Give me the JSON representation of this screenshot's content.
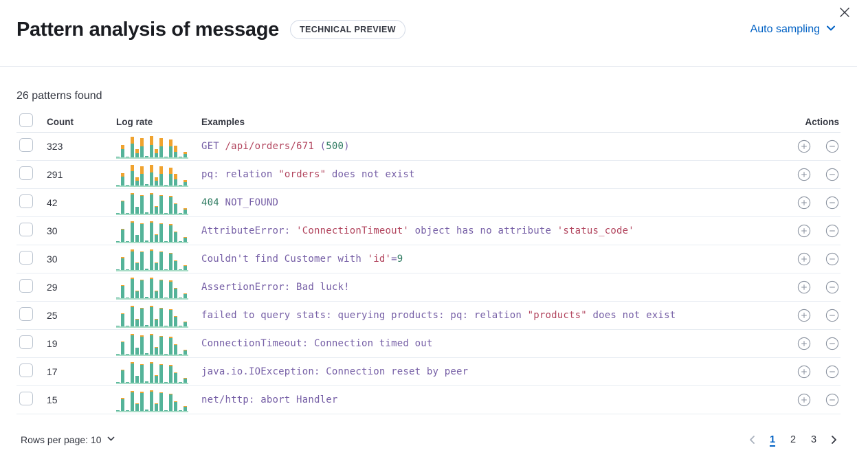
{
  "header": {
    "title": "Pattern analysis of message",
    "badge": "TECHNICAL PREVIEW",
    "sampling_label": "Auto sampling"
  },
  "summary": "26 patterns found",
  "icons": {
    "close": "x-icon",
    "sampling": "chevron-down-icon",
    "rows_per_page": "chevron-down-icon",
    "action_expand": "plus-in-circle-icon",
    "action_exclude": "minus-in-circle-icon",
    "prev": "chevron-left-icon",
    "next": "chevron-right-icon"
  },
  "colors": {
    "teal": "#54b399",
    "orange": "#f0a32f",
    "purple": "#765fa6",
    "red": "#b2455e",
    "green": "#2d7a60",
    "link": "#0061c4",
    "icon_gray": "#8b93a0",
    "disabled_gray": "#a9b1bd"
  },
  "table": {
    "columns": {
      "count": "Count",
      "log_rate": "Log rate",
      "examples": "Examples",
      "actions": "Actions"
    },
    "rows": [
      {
        "count": "323",
        "bars": [
          [
            1,
            0
          ],
          [
            12,
            6
          ],
          [
            1,
            0
          ],
          [
            20,
            10
          ],
          [
            6,
            6
          ],
          [
            16,
            12
          ],
          [
            2,
            0
          ],
          [
            18,
            13
          ],
          [
            6,
            6
          ],
          [
            16,
            12
          ],
          [
            1,
            0
          ],
          [
            16,
            10
          ],
          [
            8,
            9
          ],
          [
            1,
            0
          ],
          [
            5,
            3
          ]
        ],
        "segments": [
          {
            "t": "GET ",
            "c": "purple"
          },
          {
            "t": "/api/orders/671",
            "c": "red"
          },
          {
            "t": " (",
            "c": "purple"
          },
          {
            "t": "500",
            "c": "green"
          },
          {
            "t": ")",
            "c": "purple"
          }
        ]
      },
      {
        "count": "291",
        "bars": [
          [
            1,
            0
          ],
          [
            13,
            5
          ],
          [
            1,
            0
          ],
          [
            21,
            9
          ],
          [
            7,
            5
          ],
          [
            17,
            11
          ],
          [
            2,
            0
          ],
          [
            19,
            11
          ],
          [
            7,
            5
          ],
          [
            17,
            11
          ],
          [
            1,
            0
          ],
          [
            17,
            9
          ],
          [
            9,
            8
          ],
          [
            1,
            0
          ],
          [
            5,
            3
          ]
        ],
        "segments": [
          {
            "t": "pq: relation ",
            "c": "purple"
          },
          {
            "t": "\"orders\"",
            "c": "red"
          },
          {
            "t": " does not exist",
            "c": "purple"
          }
        ]
      },
      {
        "count": "42",
        "bars": [
          [
            1,
            0
          ],
          [
            18,
            1
          ],
          [
            1,
            0
          ],
          [
            28,
            2
          ],
          [
            10,
            0
          ],
          [
            26,
            1
          ],
          [
            2,
            0
          ],
          [
            28,
            2
          ],
          [
            10,
            1
          ],
          [
            26,
            1
          ],
          [
            1,
            0
          ],
          [
            24,
            2
          ],
          [
            14,
            1
          ],
          [
            1,
            0
          ],
          [
            6,
            2
          ]
        ],
        "segments": [
          {
            "t": "404",
            "c": "green"
          },
          {
            "t": " NOT_FOUND",
            "c": "purple"
          }
        ]
      },
      {
        "count": "30",
        "bars": [
          [
            1,
            0
          ],
          [
            18,
            1
          ],
          [
            1,
            0
          ],
          [
            28,
            2
          ],
          [
            10,
            0
          ],
          [
            26,
            1
          ],
          [
            2,
            0
          ],
          [
            28,
            2
          ],
          [
            10,
            1
          ],
          [
            26,
            1
          ],
          [
            1,
            0
          ],
          [
            24,
            2
          ],
          [
            14,
            1
          ],
          [
            1,
            0
          ],
          [
            6,
            1
          ]
        ],
        "segments": [
          {
            "t": "AttributeError: ",
            "c": "purple"
          },
          {
            "t": "'ConnectionTimeout'",
            "c": "red"
          },
          {
            "t": " object has no attribute ",
            "c": "purple"
          },
          {
            "t": "'status_code'",
            "c": "red"
          }
        ]
      },
      {
        "count": "30",
        "bars": [
          [
            1,
            0
          ],
          [
            17,
            2
          ],
          [
            1,
            0
          ],
          [
            27,
            3
          ],
          [
            10,
            1
          ],
          [
            26,
            1
          ],
          [
            2,
            0
          ],
          [
            28,
            2
          ],
          [
            10,
            1
          ],
          [
            26,
            1
          ],
          [
            1,
            0
          ],
          [
            24,
            1
          ],
          [
            13,
            1
          ],
          [
            1,
            0
          ],
          [
            6,
            1
          ]
        ],
        "segments": [
          {
            "t": "Couldn't find Customer with ",
            "c": "purple"
          },
          {
            "t": "'id'",
            "c": "red"
          },
          {
            "t": "=",
            "c": "purple"
          },
          {
            "t": "9",
            "c": "green"
          }
        ]
      },
      {
        "count": "29",
        "bars": [
          [
            1,
            0
          ],
          [
            18,
            1
          ],
          [
            1,
            0
          ],
          [
            28,
            2
          ],
          [
            10,
            1
          ],
          [
            26,
            1
          ],
          [
            2,
            0
          ],
          [
            28,
            2
          ],
          [
            10,
            1
          ],
          [
            26,
            1
          ],
          [
            1,
            0
          ],
          [
            24,
            2
          ],
          [
            14,
            1
          ],
          [
            1,
            0
          ],
          [
            6,
            1
          ]
        ],
        "segments": [
          {
            "t": "AssertionError: Bad luck!",
            "c": "purple"
          }
        ]
      },
      {
        "count": "25",
        "bars": [
          [
            1,
            0
          ],
          [
            18,
            1
          ],
          [
            1,
            0
          ],
          [
            28,
            2
          ],
          [
            10,
            1
          ],
          [
            26,
            1
          ],
          [
            2,
            0
          ],
          [
            28,
            2
          ],
          [
            10,
            1
          ],
          [
            26,
            1
          ],
          [
            1,
            0
          ],
          [
            24,
            1
          ],
          [
            14,
            1
          ],
          [
            1,
            0
          ],
          [
            6,
            1
          ]
        ],
        "segments": [
          {
            "t": "failed to query stats: querying products: pq: relation ",
            "c": "purple"
          },
          {
            "t": "\"products\"",
            "c": "red"
          },
          {
            "t": " does not exist",
            "c": "purple"
          }
        ]
      },
      {
        "count": "19",
        "bars": [
          [
            1,
            0
          ],
          [
            18,
            1
          ],
          [
            1,
            0
          ],
          [
            28,
            2
          ],
          [
            10,
            0
          ],
          [
            26,
            2
          ],
          [
            2,
            0
          ],
          [
            28,
            2
          ],
          [
            10,
            1
          ],
          [
            26,
            1
          ],
          [
            1,
            0
          ],
          [
            24,
            2
          ],
          [
            14,
            1
          ],
          [
            1,
            0
          ],
          [
            6,
            1
          ]
        ],
        "segments": [
          {
            "t": "ConnectionTimeout: Connection timed out",
            "c": "purple"
          }
        ]
      },
      {
        "count": "17",
        "bars": [
          [
            1,
            0
          ],
          [
            18,
            1
          ],
          [
            1,
            0
          ],
          [
            28,
            2
          ],
          [
            10,
            0
          ],
          [
            26,
            1
          ],
          [
            2,
            0
          ],
          [
            28,
            2
          ],
          [
            10,
            1
          ],
          [
            26,
            1
          ],
          [
            1,
            0
          ],
          [
            24,
            2
          ],
          [
            14,
            1
          ],
          [
            1,
            0
          ],
          [
            6,
            1
          ]
        ],
        "segments": [
          {
            "t": "java.io.IOException: Connection reset by peer",
            "c": "purple"
          }
        ]
      },
      {
        "count": "15",
        "bars": [
          [
            1,
            0
          ],
          [
            17,
            2
          ],
          [
            1,
            0
          ],
          [
            27,
            2
          ],
          [
            10,
            1
          ],
          [
            26,
            2
          ],
          [
            2,
            0
          ],
          [
            28,
            2
          ],
          [
            10,
            1
          ],
          [
            26,
            1
          ],
          [
            1,
            0
          ],
          [
            24,
            1
          ],
          [
            13,
            1
          ],
          [
            1,
            0
          ],
          [
            6,
            1
          ]
        ],
        "segments": [
          {
            "t": "net/http: abort Handler",
            "c": "purple"
          }
        ]
      }
    ]
  },
  "footer": {
    "rows_per_page_label": "Rows per page: 10",
    "pages": [
      "1",
      "2",
      "3"
    ],
    "active_page": "1"
  }
}
